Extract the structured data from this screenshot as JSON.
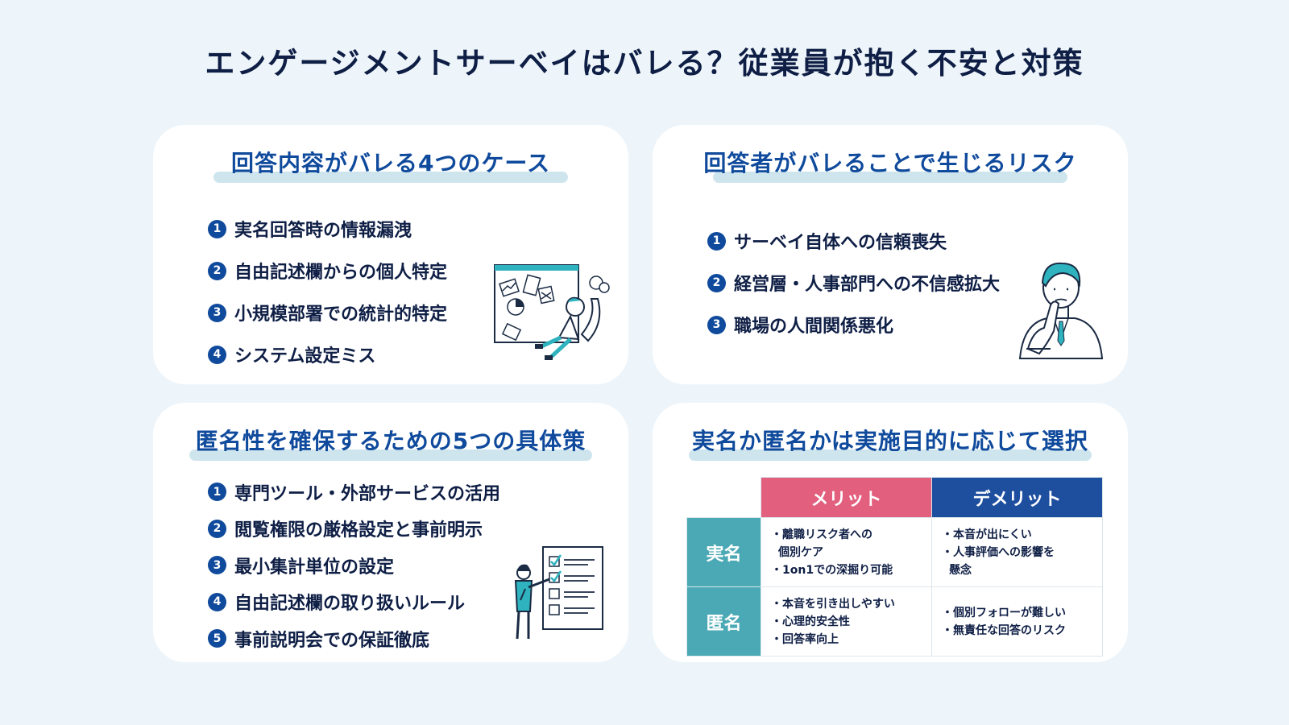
{
  "title": "エンゲージメントサーベイはバレる？従業員が抱く不安と対策",
  "cards": [
    {
      "title": "回答内容がバレる4つのケース",
      "items": [
        {
          "num": "1",
          "text": "実名回答時の情報漏洩"
        },
        {
          "num": "2",
          "text": "自由記述欄からの個人特定"
        },
        {
          "num": "3",
          "text": "小規模部署での統計的特定"
        },
        {
          "num": "4",
          "text": "システム設定ミス"
        }
      ],
      "illustration": "stressed-worker-with-documents-illustration"
    },
    {
      "title": "回答者がバレることで生じるリスク",
      "items": [
        {
          "num": "1",
          "text": "サーベイ自体への信頼喪失"
        },
        {
          "num": "2",
          "text": "経営層・人事部門への不信感拡大"
        },
        {
          "num": "3",
          "text": "職場の人間関係悪化"
        }
      ],
      "illustration": "worried-businessman-illustration"
    },
    {
      "title": "匿名性を確保するための5つの具体策",
      "items": [
        {
          "num": "1",
          "text": "専門ツール・外部サービスの活用"
        },
        {
          "num": "2",
          "text": "閲覧権限の厳格設定と事前明示"
        },
        {
          "num": "3",
          "text": "最小集計単位の設定"
        },
        {
          "num": "4",
          "text": "自由記述欄の取り扱いルール"
        },
        {
          "num": "5",
          "text": "事前説明会での保証徹底"
        }
      ],
      "illustration": "person-with-checklist-illustration"
    },
    {
      "title": "実名か匿名かは実施目的に応じて選択",
      "table": {
        "headers": [
          "メリット",
          "デメリット"
        ],
        "rows": [
          {
            "label": "実名",
            "merit": [
              "・離職リスク者への",
              "個別ケア",
              "・1on1での深掘り可能"
            ],
            "demerit": [
              "・本音が出にくい",
              "・人事評価への影響を",
              "懸念"
            ]
          },
          {
            "label": "匿名",
            "merit": [
              "・本音を引き出しやすい",
              "・心理的安全性",
              "・回答率向上"
            ],
            "demerit": [
              "・個別フォローが難しい",
              "・無責任な回答のリスク"
            ]
          }
        ]
      }
    }
  ],
  "colors": {
    "background": "#eef5fa",
    "navy": "#0e1e45",
    "accent_blue": "#0f4a9c",
    "merit_pink": "#e25f7e",
    "demerit_blue": "#1e4f9f",
    "row_teal": "#4aa9b4",
    "illustration_teal": "#2fb3be"
  }
}
